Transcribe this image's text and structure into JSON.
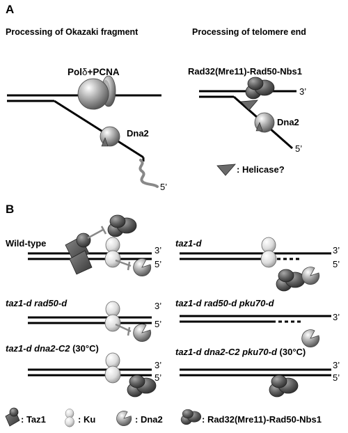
{
  "panel_a": {
    "label": "A",
    "left_title": "Processing of Okazaki fragment",
    "right_title": "Processing of telomere end",
    "pol_label_pre": "Pol",
    "pol_label_delta": "δ",
    "pol_label_post": "+PCNA",
    "mrn_label": "Rad32(Mre11)-Rad50-Nbs1",
    "dna2_left": "Dna2",
    "dna2_right": "Dna2",
    "five_prime_left": "5’",
    "three_prime_right": "3’",
    "five_prime_right": "5’",
    "helicase_label": ": Helicase?"
  },
  "panel_b": {
    "label": "B",
    "wild_type": "Wild-type",
    "taz1": "taz1-d",
    "taz1_rad50": "taz1-d rad50-d",
    "taz1_rad50_pku70": "taz1-d rad50-d pku70-d",
    "taz1_dna2": "taz1-d dna2-C2",
    "taz1_dna2_temp": " (30°C)",
    "taz1_dna2_pku70": "taz1-d dna2-C2 pku70-d",
    "taz1_dna2_pku70_temp": " (30°C)",
    "three_prime": "3’",
    "five_prime": "5’"
  },
  "legend": {
    "taz1": ": Taz1",
    "ku": ": Ku",
    "dna2": ": Dna2",
    "mrn": ": Rad32(Mre11)-Rad50-Nbs1"
  },
  "colors": {
    "dark_gray": "#5a5a5a",
    "mid_gray": "#9a9a9a",
    "light_gray": "#d6d6d6",
    "squiggle": "#888888"
  }
}
